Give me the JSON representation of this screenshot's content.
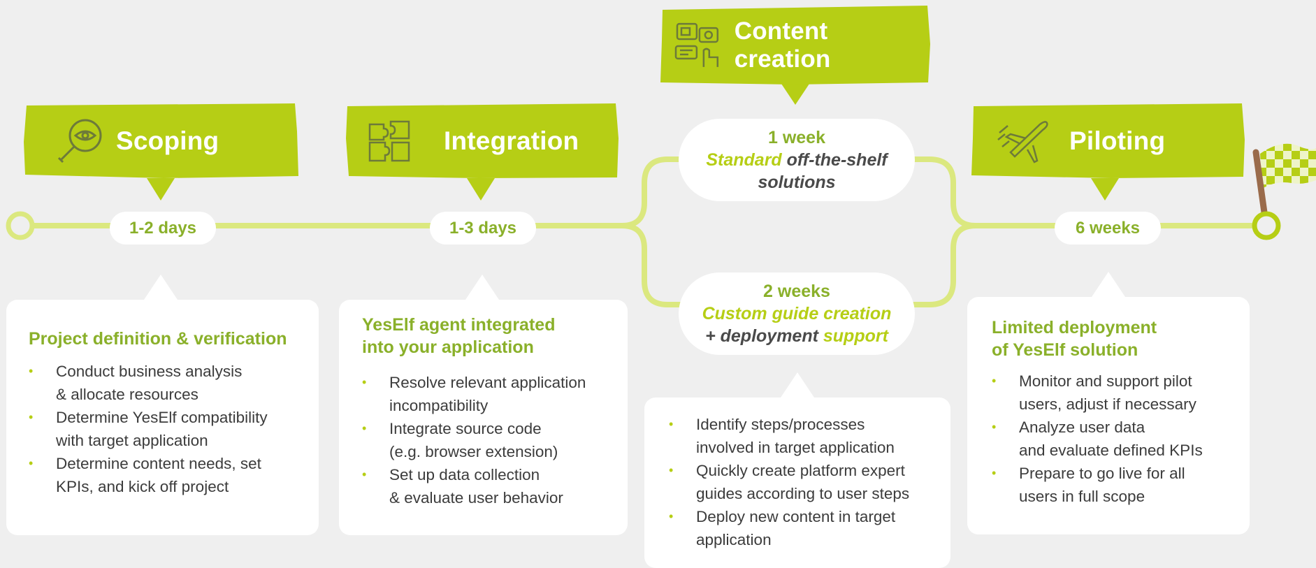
{
  "colors": {
    "accent": "#b6ce15",
    "text_green": "#8ab02a",
    "track": "#dbe87f",
    "background": "#efefef",
    "card": "#ffffff",
    "body_text": "#3c3c3c"
  },
  "stages": {
    "scoping": {
      "title": "Scoping",
      "icon": "magnifier-eye-icon",
      "duration": "1-2 days",
      "card_title": "Project definition & verification",
      "bullets": [
        [
          "Conduct business analysis",
          "& allocate resources"
        ],
        [
          "Determine YesElf compatibility",
          "with target application"
        ],
        [
          "Determine content needs, set",
          "KPIs, and kick off project"
        ]
      ]
    },
    "integration": {
      "title": "Integration",
      "icon": "puzzle-icon",
      "duration": "1-3 days",
      "card_title": [
        "YesElf agent integrated",
        "into your application"
      ],
      "bullets": [
        [
          "Resolve relevant application",
          "incompatibility"
        ],
        [
          "Integrate source code",
          "(e.g. browser extension)"
        ],
        [
          "Set up data collection",
          "& evaluate user behavior"
        ]
      ]
    },
    "content_creation": {
      "title": "Content creation",
      "icon": "media-chat-icon",
      "option_1": {
        "duration": "1 week",
        "label_green": "Standard",
        "label_dark_1": "off-the-shelf",
        "label_dark_2": "solutions"
      },
      "option_2": {
        "duration": "2 weeks",
        "label_green_1": "Custom guide creation",
        "label_dark": "+ deployment",
        "label_green_2": "support"
      },
      "bullets": [
        [
          "Identify steps/processes",
          "involved in target application"
        ],
        [
          "Quickly create platform expert",
          "guides according to user steps"
        ],
        [
          "Deploy new content in target",
          "application"
        ]
      ]
    },
    "piloting": {
      "title": "Piloting",
      "icon": "airplane-icon",
      "duration": "6 weeks",
      "card_title": [
        "Limited deployment",
        "of YesElf solution"
      ],
      "bullets": [
        [
          "Monitor and support pilot",
          "users, adjust if necessary"
        ],
        [
          "Analyze user data",
          "and evaluate defined KPIs"
        ],
        [
          "Prepare to go live for all",
          "users in full scope"
        ]
      ]
    }
  },
  "finish": {
    "icon": "checkered-flag-icon"
  }
}
